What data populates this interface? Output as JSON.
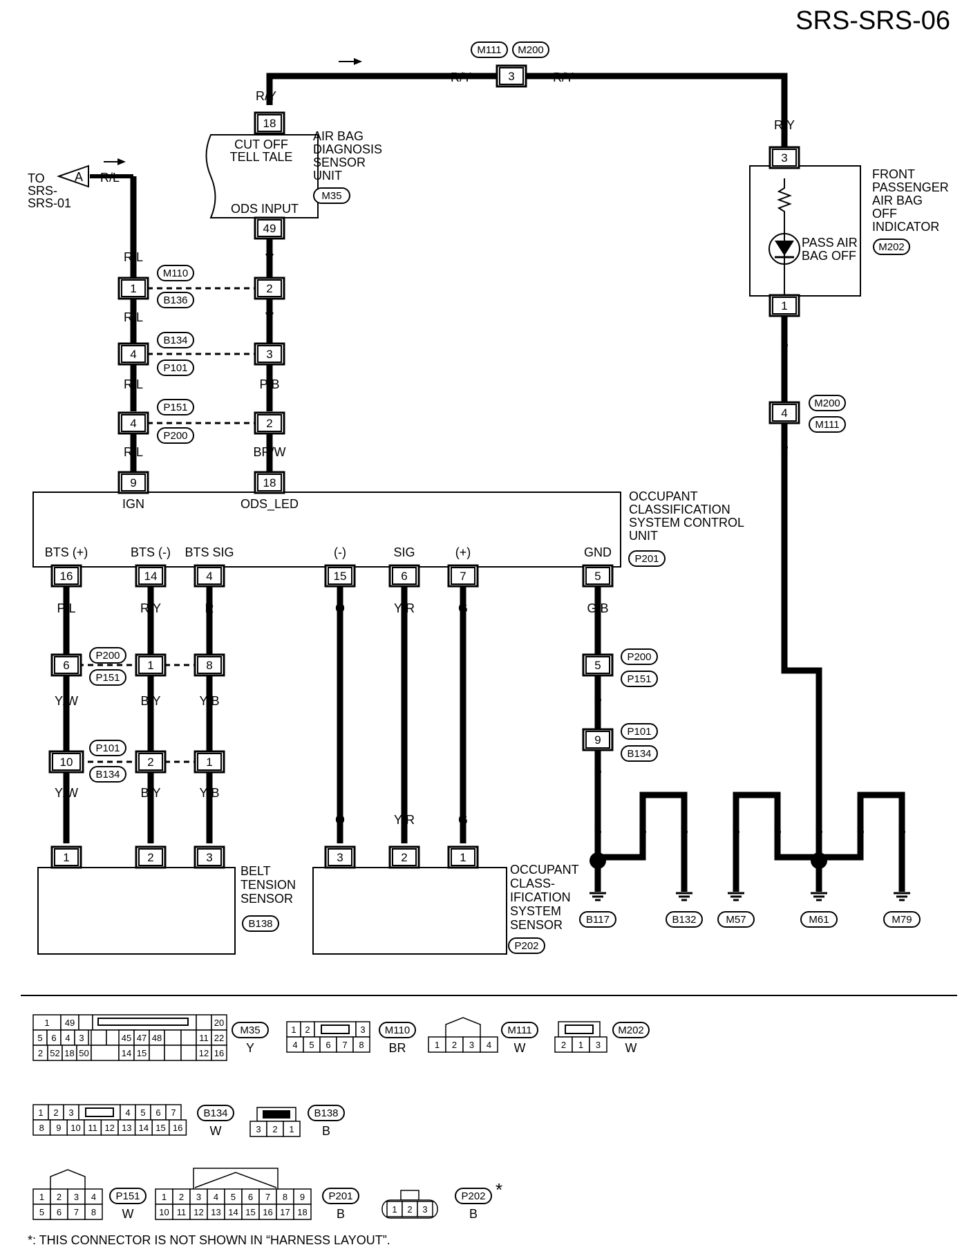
{
  "page_code": "SRS-SRS-06",
  "offpage": {
    "letter": "A",
    "text_lines": [
      "TO",
      "SRS-",
      "SRS-01"
    ]
  },
  "components": {
    "airbag_unit": {
      "lines": [
        "AIR BAG",
        "DIAGNOSIS",
        "SENSOR",
        "UNIT"
      ],
      "conn": "M35",
      "inner_top_lines": [
        "CUT OFF",
        "TELL TALE"
      ],
      "inner_bottom": "ODS INPUT",
      "pin_top": "18",
      "pin_bottom": "49"
    },
    "indicator": {
      "lines": [
        "FRONT",
        "PASSENGER",
        "AIR BAG",
        "OFF",
        "INDICATOR"
      ],
      "conn": "M202",
      "inner_lines": [
        "PASS AIR",
        "BAG OFF"
      ],
      "pin_top": "3",
      "pin_bottom": "1"
    },
    "ocs_unit": {
      "lines": [
        "OCCUPANT",
        "CLASSIFICATION",
        "SYSTEM CONTROL",
        "UNIT"
      ],
      "conn": "P201",
      "top_terms": [
        "IGN",
        "ODS_LED"
      ],
      "top_pins": [
        "9",
        "18"
      ],
      "bottom_terms": [
        "BTS (+)",
        "BTS (-)",
        "BTS SIG",
        "(-)",
        "SIG",
        "(+)",
        "GND"
      ],
      "bottom_pins": [
        "16",
        "14",
        "4",
        "15",
        "6",
        "7",
        "5"
      ]
    },
    "belt_sensor": {
      "lines": [
        "BELT",
        "TENSION",
        "SENSOR"
      ],
      "conn": "B138",
      "pins": [
        "1",
        "2",
        "3"
      ]
    },
    "ocs_sensor": {
      "lines": [
        "OCCUPANT",
        "CLASS-",
        "IFICATION",
        "SYSTEM",
        "SENSOR"
      ],
      "conn": "P202",
      "pins": [
        "3",
        "2",
        "1"
      ]
    }
  },
  "junctions": {
    "top": {
      "left": "M111",
      "right": "M200",
      "pin": "3"
    },
    "j_m110": {
      "top": "M110",
      "bottom": "B136",
      "left_pin": "1",
      "right_pin": "2"
    },
    "j_b134": {
      "top": "B134",
      "bottom": "P101",
      "left_pin": "4",
      "right_pin": "3"
    },
    "j_p151": {
      "top": "P151",
      "bottom": "P200",
      "left_pin": "4",
      "right_pin": "2"
    },
    "j_m200": {
      "top": "M200",
      "bottom": "M111",
      "pin": "4"
    },
    "j_p200": {
      "top": "P200",
      "bottom": "P151",
      "pins": [
        "6",
        "1",
        "8"
      ]
    },
    "j_p101": {
      "top": "P101",
      "bottom": "B134",
      "pins": [
        "10",
        "2",
        "1"
      ]
    },
    "j_gnd1": {
      "top": "P200",
      "bottom": "P151",
      "pin": "5"
    },
    "j_gnd2": {
      "top": "P101",
      "bottom": "B134",
      "pin": "9"
    }
  },
  "wire_colors": {
    "ry": "R/Y",
    "rl": "R/L",
    "v": "V",
    "pb": "P/B",
    "brw": "BR/W",
    "b": "B",
    "pl": "P/L",
    "yw": "Y/W",
    "by": "B/Y",
    "r": "R",
    "yb": "Y/B",
    "o": "O",
    "yr": "Y/R",
    "g": "G",
    "gb": "G/B"
  },
  "grounds": [
    "B117",
    "B132",
    "M57",
    "M61",
    "M79"
  ],
  "connector_table": {
    "m35": {
      "id": "M35",
      "color": "Y",
      "row1": [
        "1",
        "49",
        "20"
      ],
      "row2": [
        "5",
        "6",
        "4",
        "3",
        "45",
        "47",
        "48",
        "11",
        "22"
      ],
      "row3": [
        "2",
        "52",
        "18",
        "50",
        "14",
        "15",
        "12",
        "16"
      ]
    },
    "m110": {
      "id": "M110",
      "color": "BR",
      "row1": [
        "1",
        "2",
        "3"
      ],
      "row2": [
        "4",
        "5",
        "6",
        "7",
        "8"
      ]
    },
    "m111": {
      "id": "M111",
      "color": "W",
      "row1": [
        "1",
        "2",
        "3",
        "4"
      ]
    },
    "m202": {
      "id": "M202",
      "color": "W",
      "row1": [
        "2",
        "1",
        "3"
      ]
    },
    "b134": {
      "id": "B134",
      "color": "W",
      "row1": [
        "1",
        "2",
        "3",
        "4",
        "5",
        "6",
        "7"
      ],
      "row2": [
        "8",
        "9",
        "10",
        "11",
        "12",
        "13",
        "14",
        "15",
        "16"
      ]
    },
    "b138": {
      "id": "B138",
      "color": "B",
      "row1": [
        "3",
        "2",
        "1"
      ]
    },
    "p151": {
      "id": "P151",
      "color": "W",
      "row1": [
        "1",
        "2",
        "3",
        "4"
      ],
      "row2": [
        "5",
        "6",
        "7",
        "8"
      ]
    },
    "p201": {
      "id": "P201",
      "color": "B",
      "row1": [
        "1",
        "2",
        "3",
        "4",
        "5",
        "6",
        "7",
        "8",
        "9"
      ],
      "row2": [
        "10",
        "11",
        "12",
        "13",
        "14",
        "15",
        "16",
        "17",
        "18"
      ]
    },
    "p202": {
      "id": "P202",
      "color": "B",
      "row1": [
        "1",
        "2",
        "3"
      ],
      "star": "*"
    }
  },
  "footnote": "*: THIS CONNECTOR IS NOT SHOWN IN “HARNESS LAYOUT”."
}
